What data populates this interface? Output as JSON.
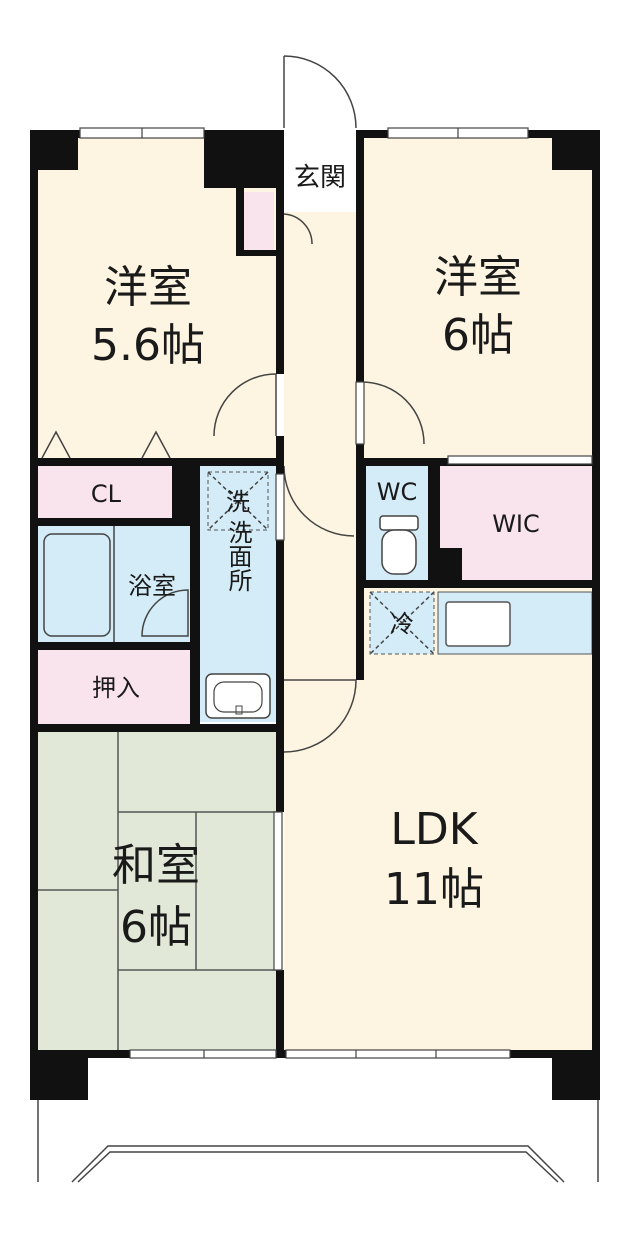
{
  "rooms": {
    "western_left": {
      "name": "洋室",
      "size": "5.6帖"
    },
    "western_right": {
      "name": "洋室",
      "size": "6帖"
    },
    "entrance": {
      "name": "玄関"
    },
    "closet": {
      "name": "CL"
    },
    "bath": {
      "name": "浴室"
    },
    "washbasin_small": {
      "name": "洗"
    },
    "washroom": {
      "name": "洗面所"
    },
    "toilet": {
      "name": "WC"
    },
    "walk_in_closet": {
      "name": "WIC"
    },
    "fridge": {
      "name": "冷"
    },
    "storage": {
      "name": "押入"
    },
    "japanese": {
      "name": "和室",
      "size": "6帖"
    },
    "ldk": {
      "name": "LDK",
      "size": "11帖"
    }
  },
  "colors": {
    "wood_floor": "#fdf5e1",
    "tatami": "#e2e8d8",
    "storage_pink": "#f9e3ec",
    "wet_area_blue": "#d4ecf7",
    "wall": "#111111"
  }
}
